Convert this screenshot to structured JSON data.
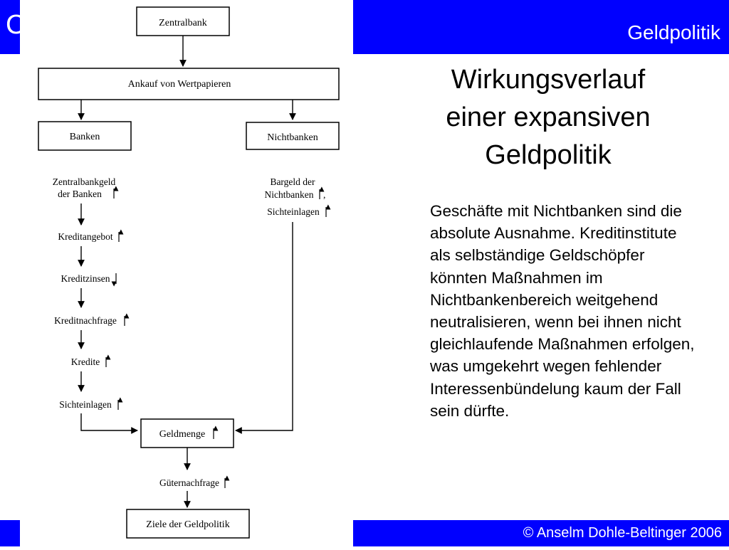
{
  "header": {
    "brand": "Geldpolitik",
    "corner_letter": "C"
  },
  "slide": {
    "title_lines": [
      "Wirkungsverlauf",
      "einer expansiven",
      "Geldpolitik"
    ],
    "body": "Geschäfte mit Nichtbanken sind die absolute Ausnahme. Kreditinstitute als selbständige Geldschöpfer könnten Maßnahmen im Nichtbankenbereich weitgehend neutralisieren, wenn bei ihnen nicht gleichlaufende Maßnahmen erfolgen, was umgekehrt wegen fehlender Interessenbündelung kaum der Fall sein dürfte."
  },
  "diagram": {
    "boxes": {
      "zentralbank": "Zentralbank",
      "ankauf": "Ankauf von Wertpapieren",
      "banken": "Banken",
      "nichtbanken": "Nichtbanken",
      "geldmenge": "Geldmenge",
      "ziele": "Ziele der Geldpolitik"
    },
    "left_chain": {
      "zentralbankgeld_line1": "Zentralbankgeld",
      "zentralbankgeld_line2": "der Banken",
      "kreditangebot": "Kreditangebot",
      "kreditzinsen": "Kreditzinsen",
      "kreditnachfrage": "Kreditnachfrage",
      "kredite": "Kredite",
      "sichteinlagen": "Sichteinlagen"
    },
    "right_chain": {
      "bargeld_line1": "Bargeld der",
      "bargeld_line2": "Nichtbanken",
      "comma": ",",
      "sichteinlagen": "Sichteinlagen"
    },
    "gueternachfrage": "Güternachfrage"
  },
  "footer": {
    "copyright": "© Anselm Dohle-Beltinger 2006"
  }
}
